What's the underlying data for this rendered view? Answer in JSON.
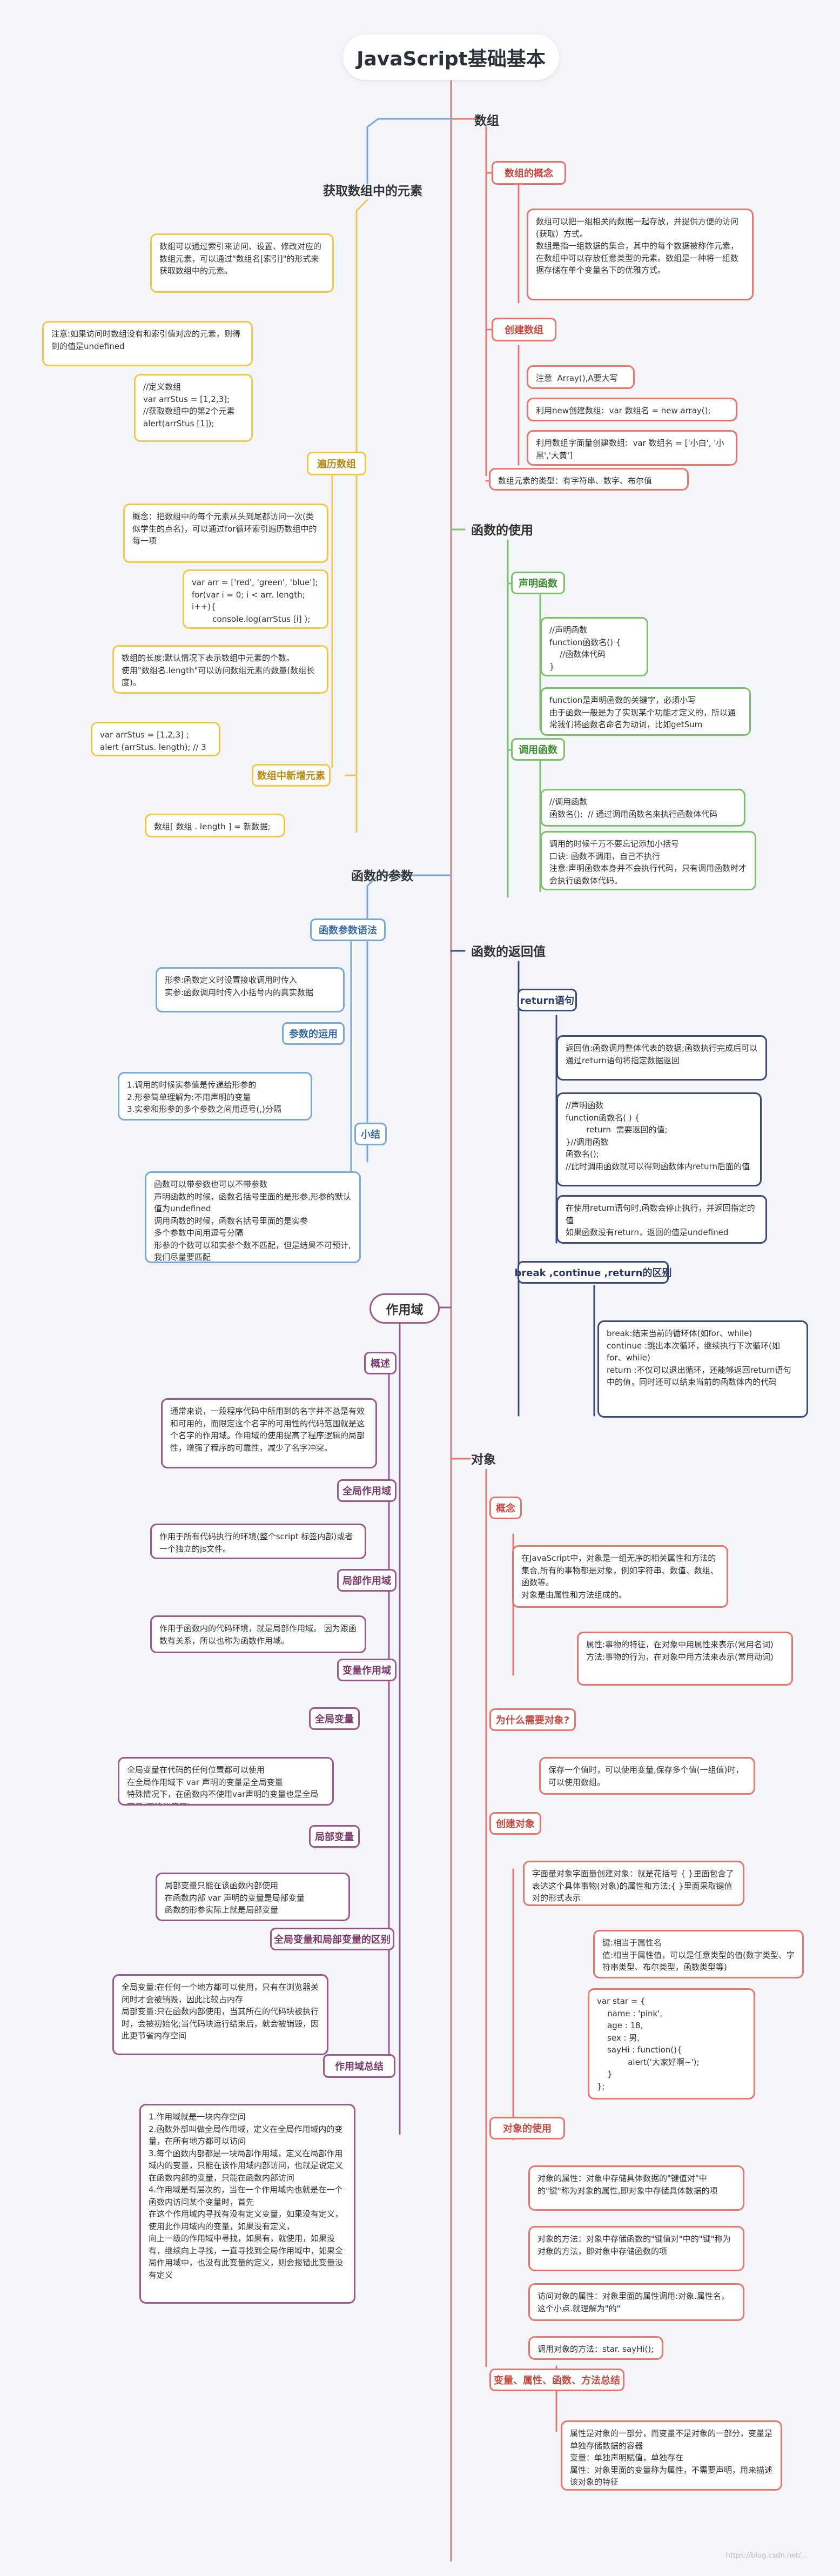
{
  "title": "JavaScript基础基本",
  "branches": {
    "array": "数组",
    "get_elements": "获取数组中的元素",
    "function_use": "函数的使用",
    "function_params": "函数的参数",
    "function_return": "函数的返回值",
    "scope": "作用域",
    "object": "对象"
  },
  "array": {
    "concept_tag": "数组的概念",
    "concept_text": "数组可以把一组相关的数据一起存放，并提供方便的访问(获取）方式。\n数组是指一组数据的集合，其中的每个数据被称作元素，在数组中可以存放任意类型的元素。数组是一种将一组数据存储在单个变量名下的优雅方式。",
    "create_tag": "创建数组",
    "create_notes": [
      "注意  Array(),A要大写",
      "利用new创建数组:  var 数组名 = new array();",
      "利用数组字面量创建数组:  var 数组名 = ['小白', '小黑','大黄']"
    ],
    "types": "数组元素的类型：有字符串、数字、布尔值",
    "get_index": "数组可以通过索引来访问、设置、修改对应的数组元素，可以通过\"数组名[索引]\"的形式来获取数组中的元素。",
    "get_warning": "注意:如果访问时数组没有和索引值对应的元素，则得到的值是undefined",
    "get_code": "//定义数组\nvar arrStus = [1,2,3];\n//获取数组中的第2个元素\nalert(arrStus [1]);",
    "traverse_tag": "遍历数组",
    "traverse_concept": "概念：把数组中的每个元素从头到尾都访问一次(类似学生的点名)，可以通过for循环索引遍历数组中的每一项",
    "traverse_code": "var arr = ['red', 'green', 'blue'];\nfor(var i = 0; i < arr. length; i++){\n        console.log(arrStus [i] );\n}",
    "length_text": "数组的长度:默认情况下表示数组中元素的个数。\n使用\"数组名.length\"可以访问数组元素的数量(数组长度)。",
    "length_code": "var arrStus = [1,2,3] ;\nalert (arrStus. length); // 3",
    "add_tag": "数组中新增元素",
    "add_code": "数组[ 数组 . length ] = 新数据;"
  },
  "function_use": {
    "declare_tag": "声明函数",
    "declare_code": "//声明函数\nfunction函数名() {\n    //函数体代码\n}",
    "declare_text": "function是声明函数的关键字，必须小写\n由于函数一般是为了实现某个功能才定义的，所以通常我们将函数名命名为动词，比如getSum",
    "call_tag": "调用函数",
    "call_code": "//调用函数\n函数名();  // 通过调用函数名来执行函数体代码",
    "call_text": "调用的时候千万不要忘记添加小括号\n口诀: 函数不调用，自己不执行\n注意:声明函数本身并不会执行代码，只有调用函数时才会执行函数体代码。"
  },
  "function_params": {
    "syntax_tag": "函数参数语法",
    "syntax_text": "形参:函数定义时设置接收调用时传入\n实参:函数调用时传入小括号内的真实数据",
    "usage_tag": "参数的运用",
    "usage_text": "1.调用的时候实参值是传递给形参的\n2.形参简单理解为:不用声明的变量\n3.实参和形参的多个参数之间用逗号(,)分隔",
    "summary_tag": "小结",
    "summary_text": "函数可以带参数也可以不带参数\n声明函数的时候，函数名括号里面的是形参,形参的默认值为undefined\n调用函数的时候，函数名括号里面的是实参\n多个参数中间用逗号分隔\n形参的个数可以和实参个数不匹配，但是结果不可预计,我们尽量要匹配"
  },
  "function_return": {
    "return_tag": "return语句",
    "return_text1": "返回值:函数调用整体代表的数据;函数执行完成后可以通过return语句将指定数据返回",
    "return_code": "//声明函数\nfunction函数名( ) {\n        return  需要返回的值;\n}//调用函数\n函数名();\n//此时调用函数就可以得到函数体内return后面的值",
    "return_text2": "在使用return语句时,函数会停止执行，并返回指定的值\n如果函数没有return，返回的值是undefined",
    "break_tag": "break ,continue ,return的区别",
    "break_text": "break:结束当前的循环体(如for、while)\ncontinue :跳出本次循环，继续执行下次循环(如for、while)\nreturn :不仅可以退出循环，还能够返回return语句中的值，同时还可以结束当前的函数体内的代码"
  },
  "scope": {
    "overview_tag": "概述",
    "overview_text": "通常来说，一段程序代码中所用到的名字并不总是有效和可用的，而限定这个名字的可用性的代码范围就是这个名字的作用域。作用域的使用提高了程序逻辑的局部性，增强了程序的可靠性，减少了名字冲突。",
    "global_tag": "全局作用域",
    "global_text": "作用于所有代码执行的环境(整个script 标签内部)或者一个独立的js文件。",
    "local_tag": "局部作用域",
    "local_text": "作用于函数内的代码环境，就是局部作用域。 因为跟函数有关系，所以也称为函数作用域。",
    "var_tag": "变量作用域",
    "global_var_tag": "全局变量",
    "global_var_text": "全局变量在代码的任何位置都可以使用\n在全局作用域下 var 声明的变量是全局变量\n特殊情况下，在函数内不使用var声明的变量也是全局变量(不建议使用)",
    "local_var_tag": "局部变量",
    "local_var_text": "局部变量只能在该函数内部使用\n在函数内部 var 声明的变量是局部变量\n函数的形参实际上就是局部变量",
    "diff_tag": "全局变量和局部变量的区别",
    "diff_text": "全局变量:在任何一个地方都可以使用，只有在浏览器关闭时才会被销毁，因此比较占内存\n局部变量:只在函数内部使用，当其所在的代码块被执行时，会被初始化;当代码块运行结束后，就会被销毁，因此更节省内存空间",
    "summary_tag": "作用域总结",
    "summary_text": "1.作用域就是一块内存空间\n2.函数外部叫做全局作用域，定义在全局作用域内的变量，在所有地方都可以访问\n3.每个函数内部都是一块局部作用域，定义在局部作用域内的变量，只能在该作用域内部访问，也就是说定义在函数内部的变量，只能在函数内部访问\n4.作用域是有层次的，当在一个作用域内也就是在一个函数内访问某个变量时，首先\n在这个作用域内寻找有没有定义变量，如果没有定义，使用此作用域内的变量，如果没有定义，\n向上一级的作用域中寻找，如果有，就使用，如果没有，继续向上寻找，一直寻找到全局作用域中，如果全局作用域中，也没有此变量的定义，则会报错此变量没有定义"
  },
  "object": {
    "concept_tag": "概念",
    "concept_text": "在JavaScript中，对象是一组无序的相关属性和方法的集合,所有的事物都是对象，例如字符串、数值、数组、函数等。\n对象是由属性和方法组成的。",
    "prop_text": "属性:事物的特征，在对象中用属性来表示(常用名词)\n方法:事物的行为，在对象中用方法来表示(常用动词)",
    "why_tag": "为什么需要对象?",
    "why_text": "保存一个值时，可以使用变量,保存多个值(一组值)时，可以使用数组。",
    "create_tag": "创建对象",
    "create_text": "字面量对象字面量创建对象：就是花括号 { }里面包含了表达这个具体事物(对象)的属性和方法;{ }里面采取键值对的形式表示",
    "keyvalue_text": "键:相当于属性名\n值:相当于属性值，可以是任意类型的值(数字类型、字符串类型、布尔类型，函数类型等)",
    "create_code": "var star = {\n    name : 'pink',\n    age : 18,\n    sex : 男,\n    sayHi : function(){\n            alert('大家好啊~');\n    }\n};",
    "use_tag": "对象的使用",
    "use_prop": "对象的属性：对象中存储具体数据的\"键值对\"中的\"键\"称为对象的属性,即对象中存储具体数据的项",
    "use_method": "对象的方法：对象中存储函数的\"键值对\"中的\"键\"称为对象的方法，即对象中存储函数的项",
    "use_access": "访问对象的属性：对象里面的属性调用:对象.属性名，这个小点.就理解为\"的\"",
    "use_call": "调用对象的方法：star. sayHi();",
    "compare_tag": "变量、属性、函数、方法总结",
    "compare_text": "属性是对象的一部分，而变量不是对象的一部分，变量是单独存储数据的容器\n变量：单独声明赋值，单独存在\n属性：对象里面的变量称为属性，不需要声明，用来描述该对象的特征"
  },
  "watermark": "https://blog.csdn.net/..."
}
